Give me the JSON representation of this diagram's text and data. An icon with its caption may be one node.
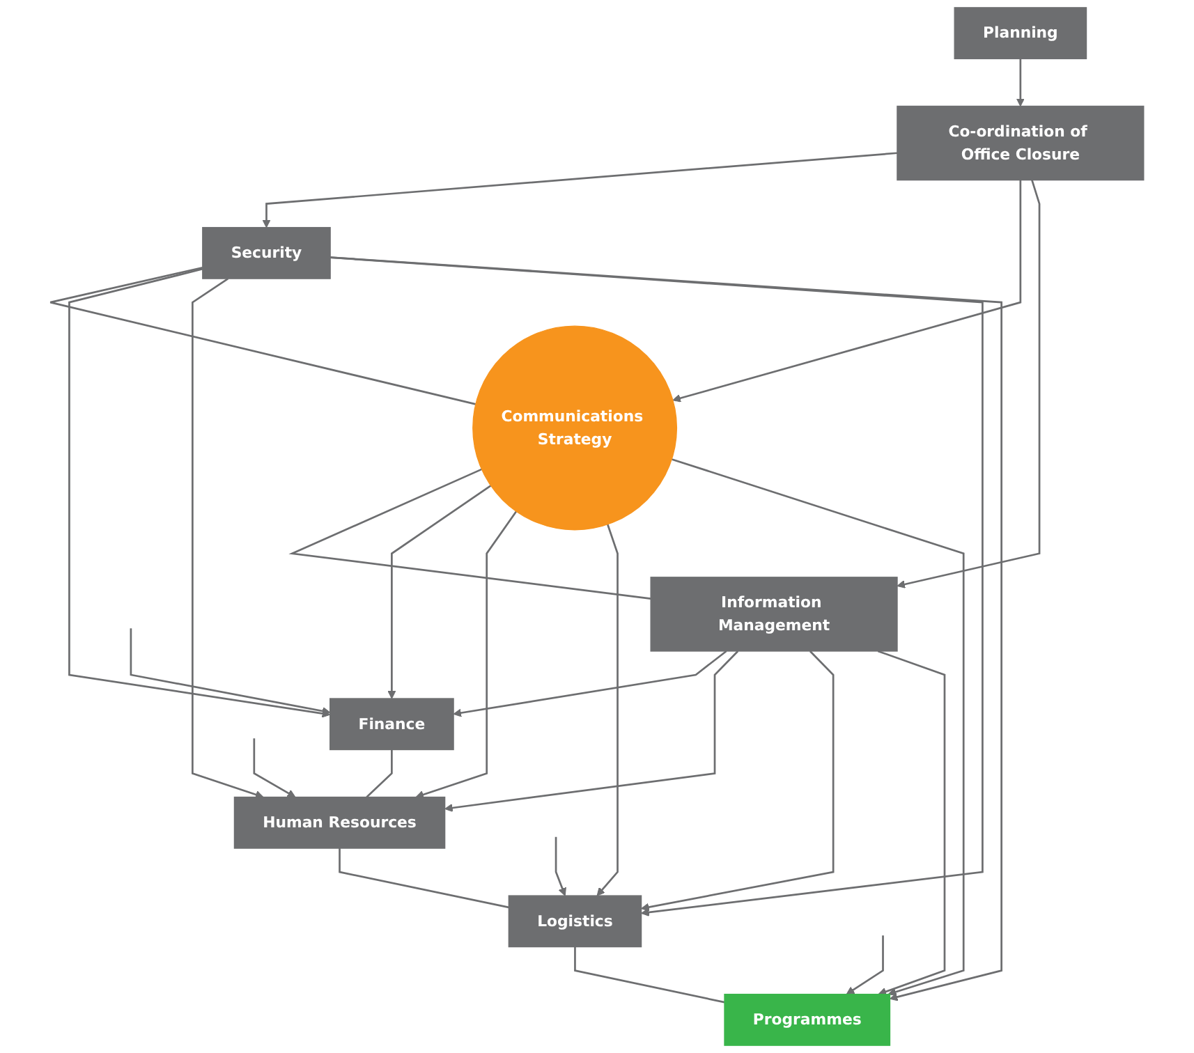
{
  "diagram": {
    "nodes": [
      {
        "text": [
          "Planning"
        ]
      },
      {
        "text": [
          "Co-ordination of Office Closure"
        ]
      },
      {
        "text": [
          "Security"
        ]
      },
      {
        "text": [
          "Communications Strategy"
        ]
      },
      {
        "text": [
          "Information Management"
        ]
      },
      {
        "text": [
          "Finance"
        ]
      },
      {
        "text": [
          "Human Resources"
        ]
      },
      {
        "text": [
          "Logistics"
        ]
      },
      {
        "text": [
          "Programmes"
        ]
      }
    ],
    "edges": [
      {
        "from": 0,
        "to": 1,
        "arrow": "to"
      },
      {
        "from": 1,
        "to": 2,
        "arrow": "to"
      },
      {
        "from": 1,
        "to": 3,
        "arrow": "to"
      },
      {
        "from": 1,
        "to": 4,
        "arrow": "to"
      },
      {
        "from": 2,
        "to": 3,
        "arrow": "none"
      },
      {
        "from": 3,
        "to": 4,
        "arrow": "none"
      },
      {
        "from": 2,
        "to": 5,
        "arrow": "to"
      },
      {
        "from": 2,
        "to": 6,
        "arrow": "to"
      },
      {
        "from": 2,
        "to": 7,
        "arrow": "to"
      },
      {
        "from": 2,
        "to": 8,
        "arrow": "to"
      },
      {
        "from": 3,
        "to": 5,
        "arrow": "to"
      },
      {
        "from": 3,
        "to": 6,
        "arrow": "to"
      },
      {
        "from": 3,
        "to": 7,
        "arrow": "to"
      },
      {
        "from": 3,
        "to": 8,
        "arrow": "to"
      },
      {
        "from": 4,
        "to": 5,
        "arrow": "to"
      },
      {
        "from": 4,
        "to": 6,
        "arrow": "to"
      },
      {
        "from": 4,
        "to": 7,
        "arrow": "to"
      },
      {
        "from": 4,
        "to": 8,
        "arrow": "to"
      },
      {
        "from": 5,
        "to": 6,
        "arrow": "none"
      },
      {
        "from": 6,
        "to": 7,
        "arrow": "none"
      },
      {
        "from": 7,
        "to": 8,
        "arrow": "none"
      },
      {
        "from": null,
        "to": 5,
        "arrow": "to"
      },
      {
        "from": null,
        "to": 6,
        "arrow": "to"
      },
      {
        "from": null,
        "to": 7,
        "arrow": "to"
      },
      {
        "from": null,
        "to": 8,
        "arrow": "to"
      }
    ]
  }
}
